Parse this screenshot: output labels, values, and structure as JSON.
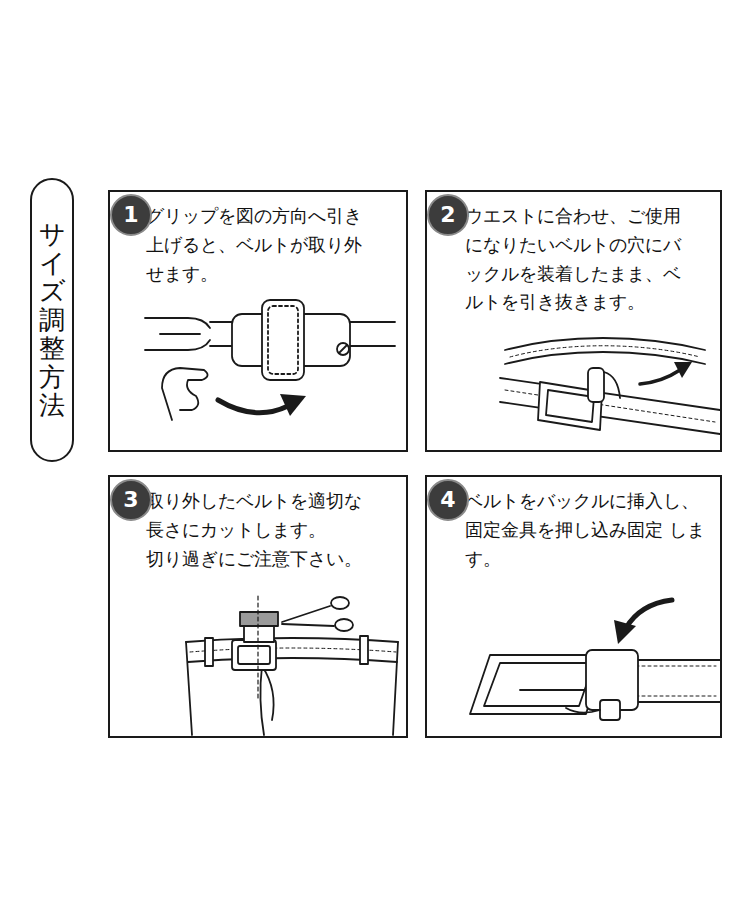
{
  "diagram": {
    "nodes": [
      {
        "text": [
          "サイズ調整方法"
        ]
      },
      {
        "text": [
          "グリップを図の方向へ引き 上げると、ベルトが取り外 せます。"
        ]
      },
      {
        "text": [
          "1"
        ],
        "in": 1
      },
      {
        "text": [
          "ウエストに合わせ、ご使用 になりたいベルトの穴にバ ックルを装着したまま、ベ ルトを引き抜きます。"
        ]
      },
      {
        "text": [
          "2"
        ],
        "in": 3
      },
      {
        "text": [
          "取り外したベルトを適切な 長さにカットします。",
          "切り過ぎにご注意下さい。"
        ]
      },
      {
        "text": [
          "3"
        ],
        "in": 5
      },
      {
        "text": [
          "ベルトをバックルに挿入し、 固定金具を押し込み固定 します。"
        ]
      },
      {
        "text": [
          "4"
        ],
        "in": 7
      }
    ]
  }
}
